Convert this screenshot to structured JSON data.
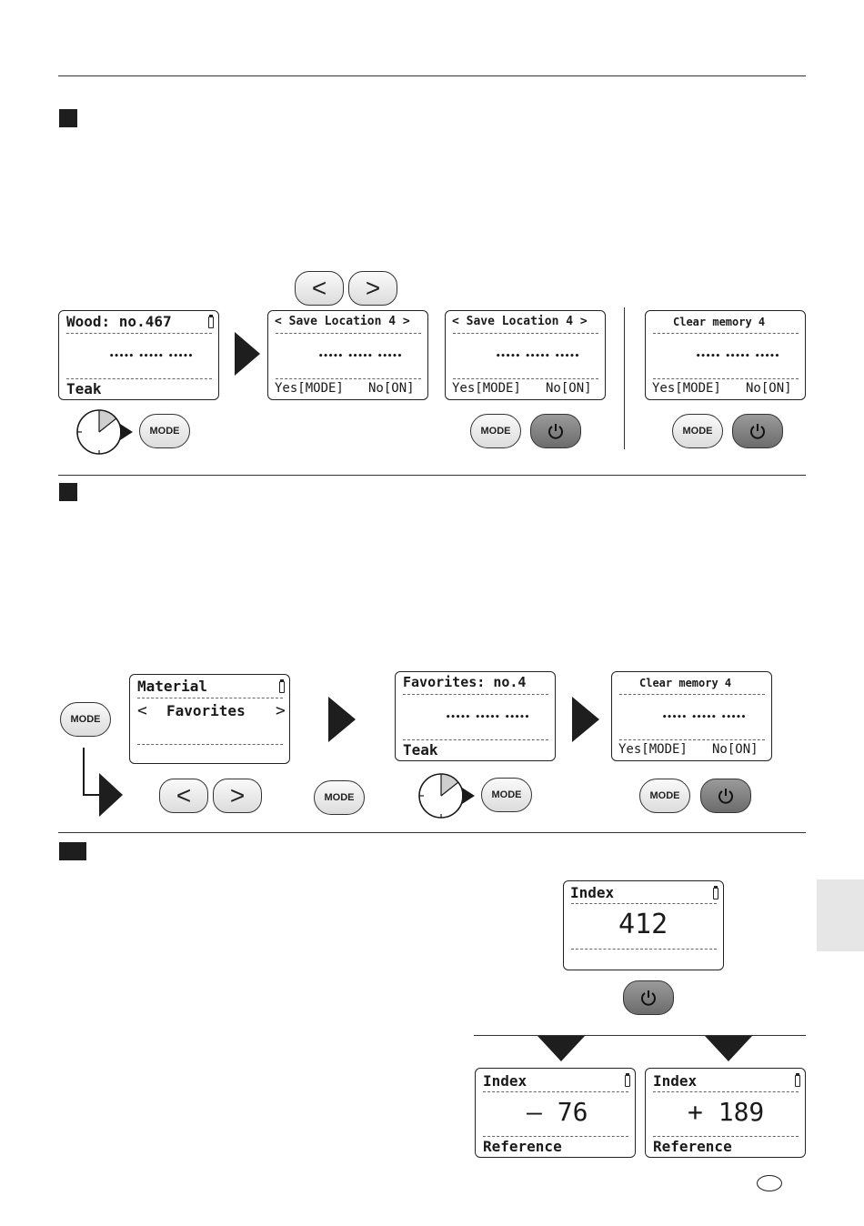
{
  "page": {
    "accent_dark": "#1e1e1e",
    "badge_color": "#e6e6e6"
  },
  "section1": {
    "screen_wood": {
      "title": "Wood: no.467",
      "dots": "••••• ••••• •••••",
      "bottom": "Teak"
    },
    "screen_save1": {
      "title": "< Save Location 4 >",
      "dots": "••••• ••••• •••••",
      "yes": "Yes[MODE]",
      "no": "No[ON]"
    },
    "screen_save2": {
      "title": "< Save Location 4 >",
      "dots": "••••• ••••• •••••",
      "yes": "Yes[MODE]",
      "no": "No[ON]"
    },
    "screen_clear": {
      "title": "Clear memory 4",
      "dots": "••••• ••••• •••••",
      "yes": "Yes[MODE]",
      "no": "No[ON]"
    },
    "left_arrow": "<",
    "right_arrow": ">",
    "mode_label": "MODE"
  },
  "section2": {
    "screen_material": {
      "title": "Material",
      "left": "<",
      "value": "Favorites",
      "right": ">"
    },
    "screen_favorites": {
      "title": "Favorites: no.4",
      "dots": "••••• ••••• •••••",
      "bottom": "Teak"
    },
    "screen_clear": {
      "title": "Clear memory 4",
      "dots": "••••• ••••• •••••",
      "yes": "Yes[MODE]",
      "no": "No[ON]"
    },
    "left_arrow": "<",
    "right_arrow": ">",
    "mode_label": "MODE"
  },
  "section3": {
    "screen_index": {
      "title": "Index",
      "value": "412"
    },
    "screen_ref1": {
      "title": "Index",
      "value": "– 76",
      "bottom": "Reference"
    },
    "screen_ref2": {
      "title": "Index",
      "value": "+ 189",
      "bottom": "Reference"
    }
  }
}
